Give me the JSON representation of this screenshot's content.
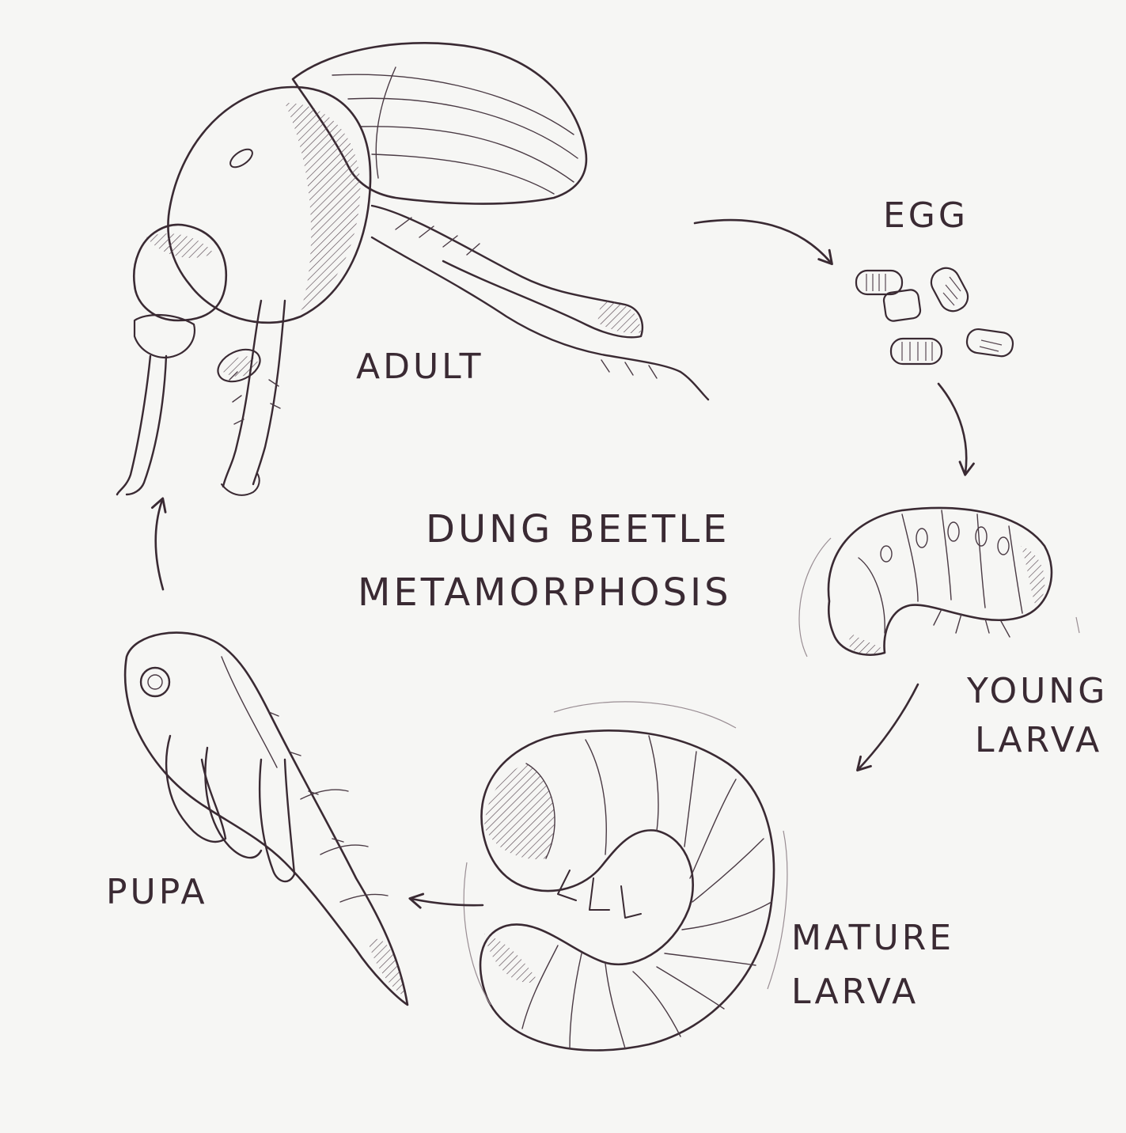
{
  "title": {
    "line1": "DUNG BEETLE",
    "line2": "METAMORPHOSIS"
  },
  "stages": {
    "adult": "ADULT",
    "egg": "EGG",
    "young_larva": [
      "YOUNG",
      "LARVA"
    ],
    "mature_larva": [
      "MATURE",
      "LARVA"
    ],
    "pupa": "PUPA"
  },
  "colors": {
    "paper": "#f6f6f4",
    "ink": "#3a2a33"
  }
}
